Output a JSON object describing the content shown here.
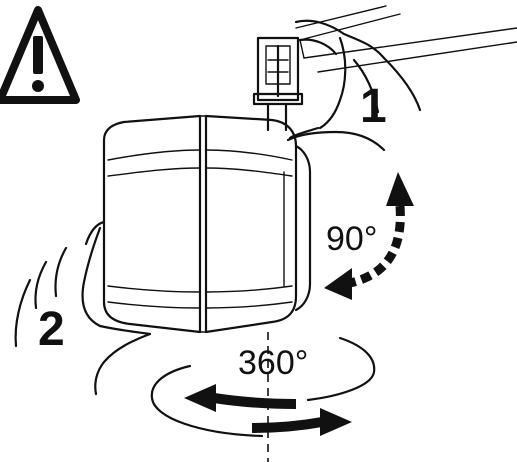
{
  "labels": {
    "step_1": "1",
    "step_2": "2",
    "tilt_angle": "90°",
    "rotation_angle": "360°"
  },
  "icons": {
    "warning": "warning-icon"
  },
  "colors": {
    "line": "#111111",
    "background": "#ffffff"
  }
}
